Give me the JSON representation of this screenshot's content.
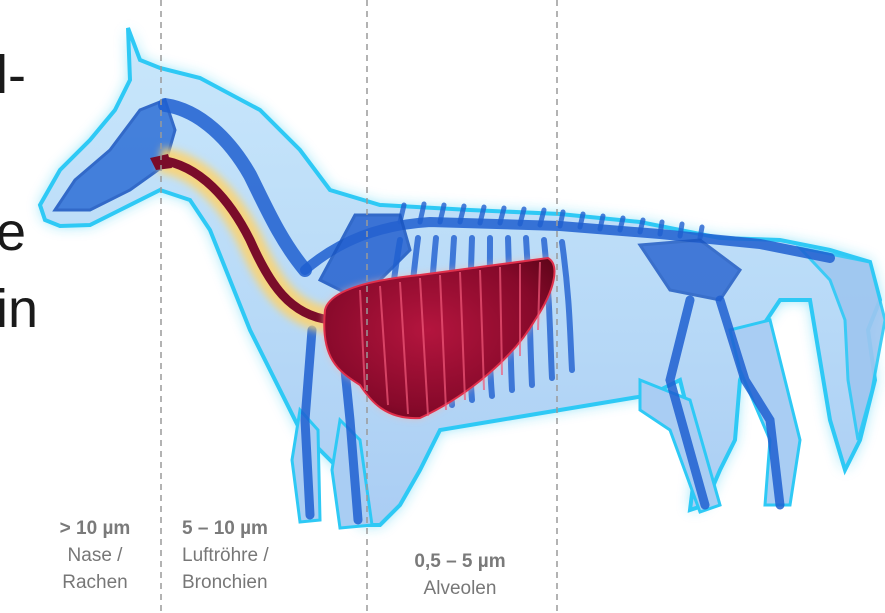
{
  "text_fragments": [
    "l-",
    "e",
    "in"
  ],
  "zones": [
    {
      "size": "> 10 µm",
      "line1": "Nase /",
      "line2": "Rachen"
    },
    {
      "size": "5 – 10 µm",
      "line1": "Luftröhre /",
      "line2": "Bronchien"
    },
    {
      "size": "0,5 – 5 µm",
      "line1": "Alveolen"
    }
  ],
  "colors": {
    "body_glow": "#27c8f2",
    "skeleton": "#1f5fd0",
    "lung": "#8c0a2a",
    "airway_glow": "#ffd36a",
    "divider": "#9a9a9a",
    "label_text": "#777777"
  }
}
